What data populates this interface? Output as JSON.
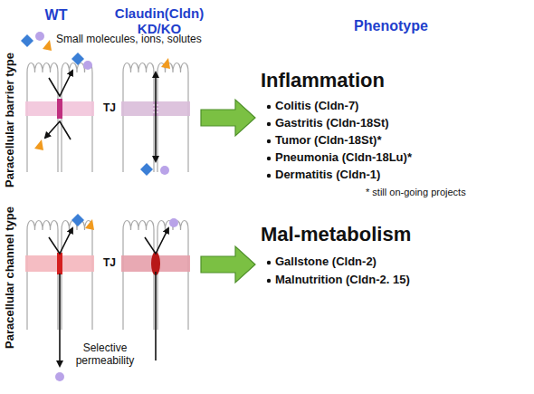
{
  "diagram": {
    "labels": [
      "WT",
      "Claudin(Cldn) KD/KO",
      "Phenotype",
      "Paracellular barrier type",
      "TJ",
      "Inflammation",
      "Colitis (Cldn-7)",
      "Gastritis (Cldn-18St)",
      "Tumor (Cldn-18St)*",
      "Pneumonia (Cldn-18Lu)*",
      "Dermatitis (Cldn-1)",
      "* still on-going projects",
      "Paracellular channel type",
      "TJ",
      "Selective permeability",
      "Mal-metabolism",
      "Gallstone (Cldn-2)",
      "Malnutrition (Cldn-2. 15)"
    ],
    "legend": [
      {
        "text": "Small molecules, ions, solutes"
      }
    ]
  }
}
